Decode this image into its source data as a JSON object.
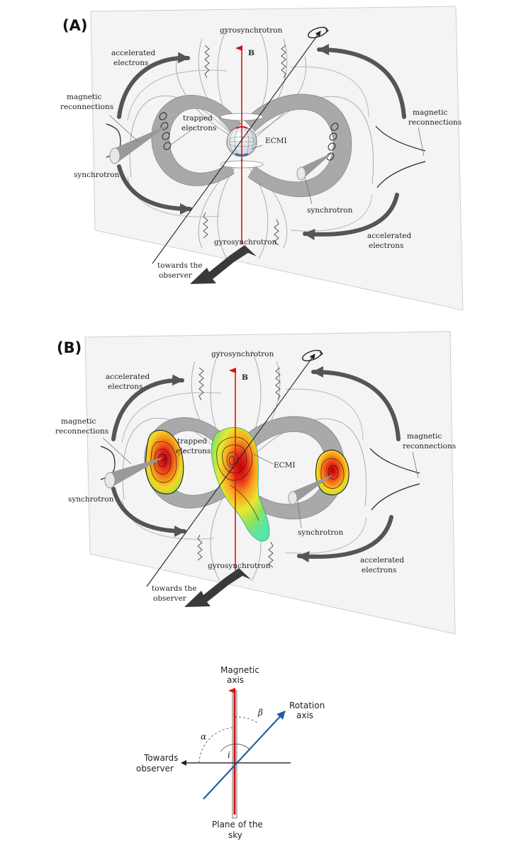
{
  "panel_a": {
    "tag": "(A)",
    "labels": {
      "gyro_top": "gyrosynchrotron",
      "gyro_bottom": "gyrosynchrotron",
      "b_field": "B",
      "acc_left_1": "accelerated",
      "acc_left_2": "electrons",
      "mag_left_1": "magnetic",
      "mag_left_2": "reconnections",
      "trapped_1": "trapped",
      "trapped_2": "electrons",
      "ecmi": "ECMI",
      "sync_left": "synchrotron",
      "sync_right": "synchrotron",
      "mag_right_1": "magnetic",
      "mag_right_2": "reconnections",
      "acc_right_1": "accelerated",
      "acc_right_2": "electrons",
      "observer_1": "towards the",
      "observer_2": "observer"
    }
  },
  "panel_b": {
    "tag": "(B)",
    "labels": {
      "gyro_top": "gyrosynchrotron",
      "gyro_bottom": "gyrosynchrotron",
      "b_field": "B",
      "acc_left_1": "accelerated",
      "acc_left_2": "electrons",
      "mag_left_1": "magnetic",
      "mag_left_2": "reconnections",
      "trapped_1": "trapped",
      "trapped_2": "electrons",
      "ecmi": "ECMI",
      "sync_left": "synchrotron",
      "sync_right": "synchrotron",
      "mag_right_1": "magnetic",
      "mag_right_2": "reconnections",
      "acc_right_1": "accelerated",
      "acc_right_2": "electrons",
      "observer_1": "towards the",
      "observer_2": "observer"
    }
  },
  "geometry": {
    "magnetic_axis_1": "Magnetic",
    "magnetic_axis_2": "axis",
    "rotation_axis_1": "Rotation",
    "rotation_axis_2": "axis",
    "towards_1": "Towards",
    "towards_2": "observer",
    "plane_1": "Plane of the",
    "plane_2": "sky",
    "alpha": "α",
    "beta": "β",
    "incl": "i"
  },
  "colors": {
    "magnetic_axis": "#e01010",
    "rotation_axis": "#1f5fa0",
    "panel_face": "#f4f4f4",
    "loop_gray": "#a9a9a9",
    "arrow_dark": "#3a3a3a"
  }
}
